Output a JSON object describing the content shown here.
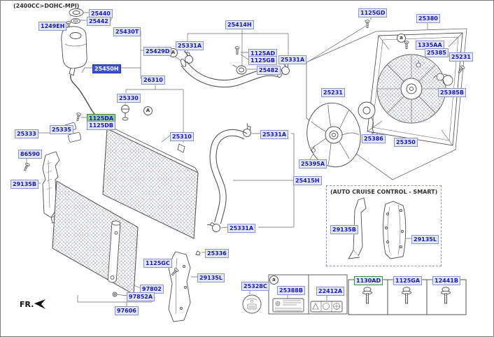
{
  "title": "(2400CC>DOHC-MPI)",
  "fr_label": "FR.",
  "auto_cruise_box_title": "(AUTO CRUISE CONTROL - SMART)",
  "callouts": {
    "upper_hose_ref": "A",
    "radiator_ref": "A",
    "shroud_bolt_ref": "a",
    "label_box_ref": "a"
  },
  "icons": {
    "fr_arrow": "left-arrow",
    "fastener": "bolt-icon",
    "hose_clamp": "clamp-icon"
  },
  "colors": {
    "label_text": "#1616c8",
    "label_bg": "#e3e8f8",
    "label_border": "#8a94cf",
    "highlight_bg": "#3b4fe0",
    "highlight_text": "#ffffff",
    "green_bg": "#93cf93",
    "green_border": "#3d8f3d",
    "line_art": "#4d4d4d"
  },
  "parts": {
    "25440": "25440",
    "25442": "25442",
    "1249EH": "1249EH",
    "25430T": "25430T",
    "25429D": "25429D",
    "25450H": "25450H",
    "26310": "26310",
    "25330": "25330",
    "1125DA": "1125DA",
    "1125DB": "1125DB",
    "25335": "25335",
    "25333": "25333",
    "86590": "86590",
    "29135B": "29135B",
    "25310": "25310",
    "25414H": "25414H",
    "25331A": "25331A",
    "1125AD": "1125AD",
    "1125GB": "1125GB",
    "25482": "25482",
    "25415H": "25415H",
    "25336": "25336",
    "1125GC": "1125GC",
    "29135L": "29135L",
    "97802": "97802",
    "97852A": "97852A",
    "97606": "97606",
    "25328C": "25328C",
    "25388B": "25388B",
    "22412A": "22412A",
    "1130AD": "1130AD",
    "1125GA": "1125GA",
    "12441B": "12441B",
    "1125GD": "1125GD",
    "25380": "25380",
    "1335AA": "1335AA",
    "25385": "25385",
    "25231": "25231",
    "25385B": "25385B",
    "25386": "25386",
    "25350": "25350",
    "25395A": "25395A"
  }
}
